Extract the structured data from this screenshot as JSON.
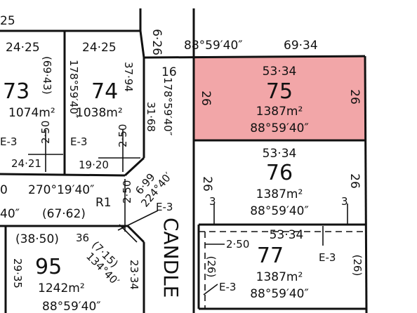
{
  "plan": {
    "top_edge": {
      "partial_dim": "25",
      "width_dim": "6·26",
      "bearing": "88°59′40″",
      "length": "69·34"
    },
    "lots": [
      {
        "id": "73",
        "area": "1074m²",
        "top_dim": "24·25",
        "side_dim": "(69·43)",
        "left_bearing_partial": "178°59′40″",
        "bottom_dim": "24·21",
        "easement": "E-3",
        "ease_width": "2·50"
      },
      {
        "id": "74",
        "area": "1038m²",
        "top_dim": "24·25",
        "left_bearing": "178°59′40″",
        "right_dim": "37·94",
        "bottom_dim": "19·20",
        "easement": "E-3",
        "ease_width": "2·50"
      },
      {
        "id": "75",
        "area": "1387m²",
        "top_dim": "53·34",
        "left_dim": "26",
        "right_dim": "26",
        "bearing": "88°59′40″",
        "fill": "#f2a6a8"
      },
      {
        "id": "76",
        "area": "1387m²",
        "top_dim": "53·34",
        "left_dim": "26",
        "right_dim": "26",
        "bearing": "88°59′40″",
        "ease_left": "3",
        "ease_right": "3"
      },
      {
        "id": "77",
        "area": "1387m²",
        "top_dim": "53·34",
        "left_dim": "(26)",
        "right_dim": "(26)",
        "bearing": "88°59′40″",
        "ease_width": "2·50",
        "easement_a": "E-3",
        "easement_b": "E-3"
      },
      {
        "id": "95",
        "area": "1242m²",
        "top_dim": "(38·50)",
        "corner_dim": "36",
        "left_dim": "29·35",
        "diag_dim": "(7·15)",
        "diag_bearing": "134°40′",
        "right_dim": "23·34",
        "bearing": "88°59′40″"
      }
    ],
    "road_left_dims": {
      "lot16": "16",
      "frontage": "31·68",
      "bearing": "178°59′40″"
    },
    "lower_left": {
      "bearing": "270°19′40″",
      "partial": "0",
      "dist": "(67·62)",
      "bearing_partial": "40″",
      "reserve": "R1",
      "chord": "6·99",
      "chord_bearing": "224°40′",
      "ease_width": "2·50",
      "easement": "E-3"
    },
    "road_name": "CANDLE"
  }
}
